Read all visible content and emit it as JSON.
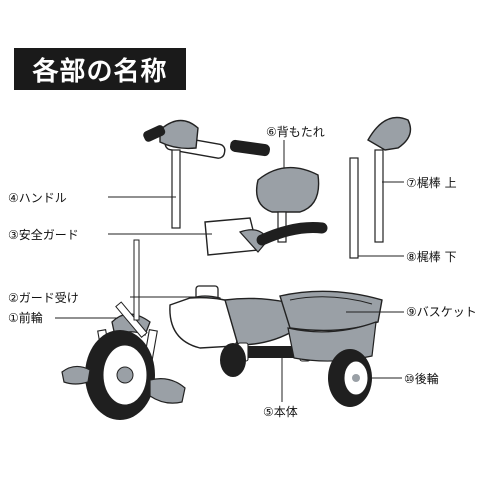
{
  "title": "各部の名称",
  "labels": {
    "handle": "④ハンドル",
    "safety_guard": "③安全ガード",
    "guard_holder": "②ガード受け",
    "front_wheel": "①前輪",
    "backrest": "⑥背もたれ",
    "push_bar_upper": "⑦梶棒 上",
    "push_bar_lower": "⑧梶棒 下",
    "basket": "⑨バスケット",
    "rear_wheel": "⑩後輪",
    "body": "⑤本体"
  },
  "colors": {
    "title_bg": "#1a1a1a",
    "title_text": "#ffffff",
    "part_fill": "#9aa0a6",
    "outline": "#222222"
  }
}
